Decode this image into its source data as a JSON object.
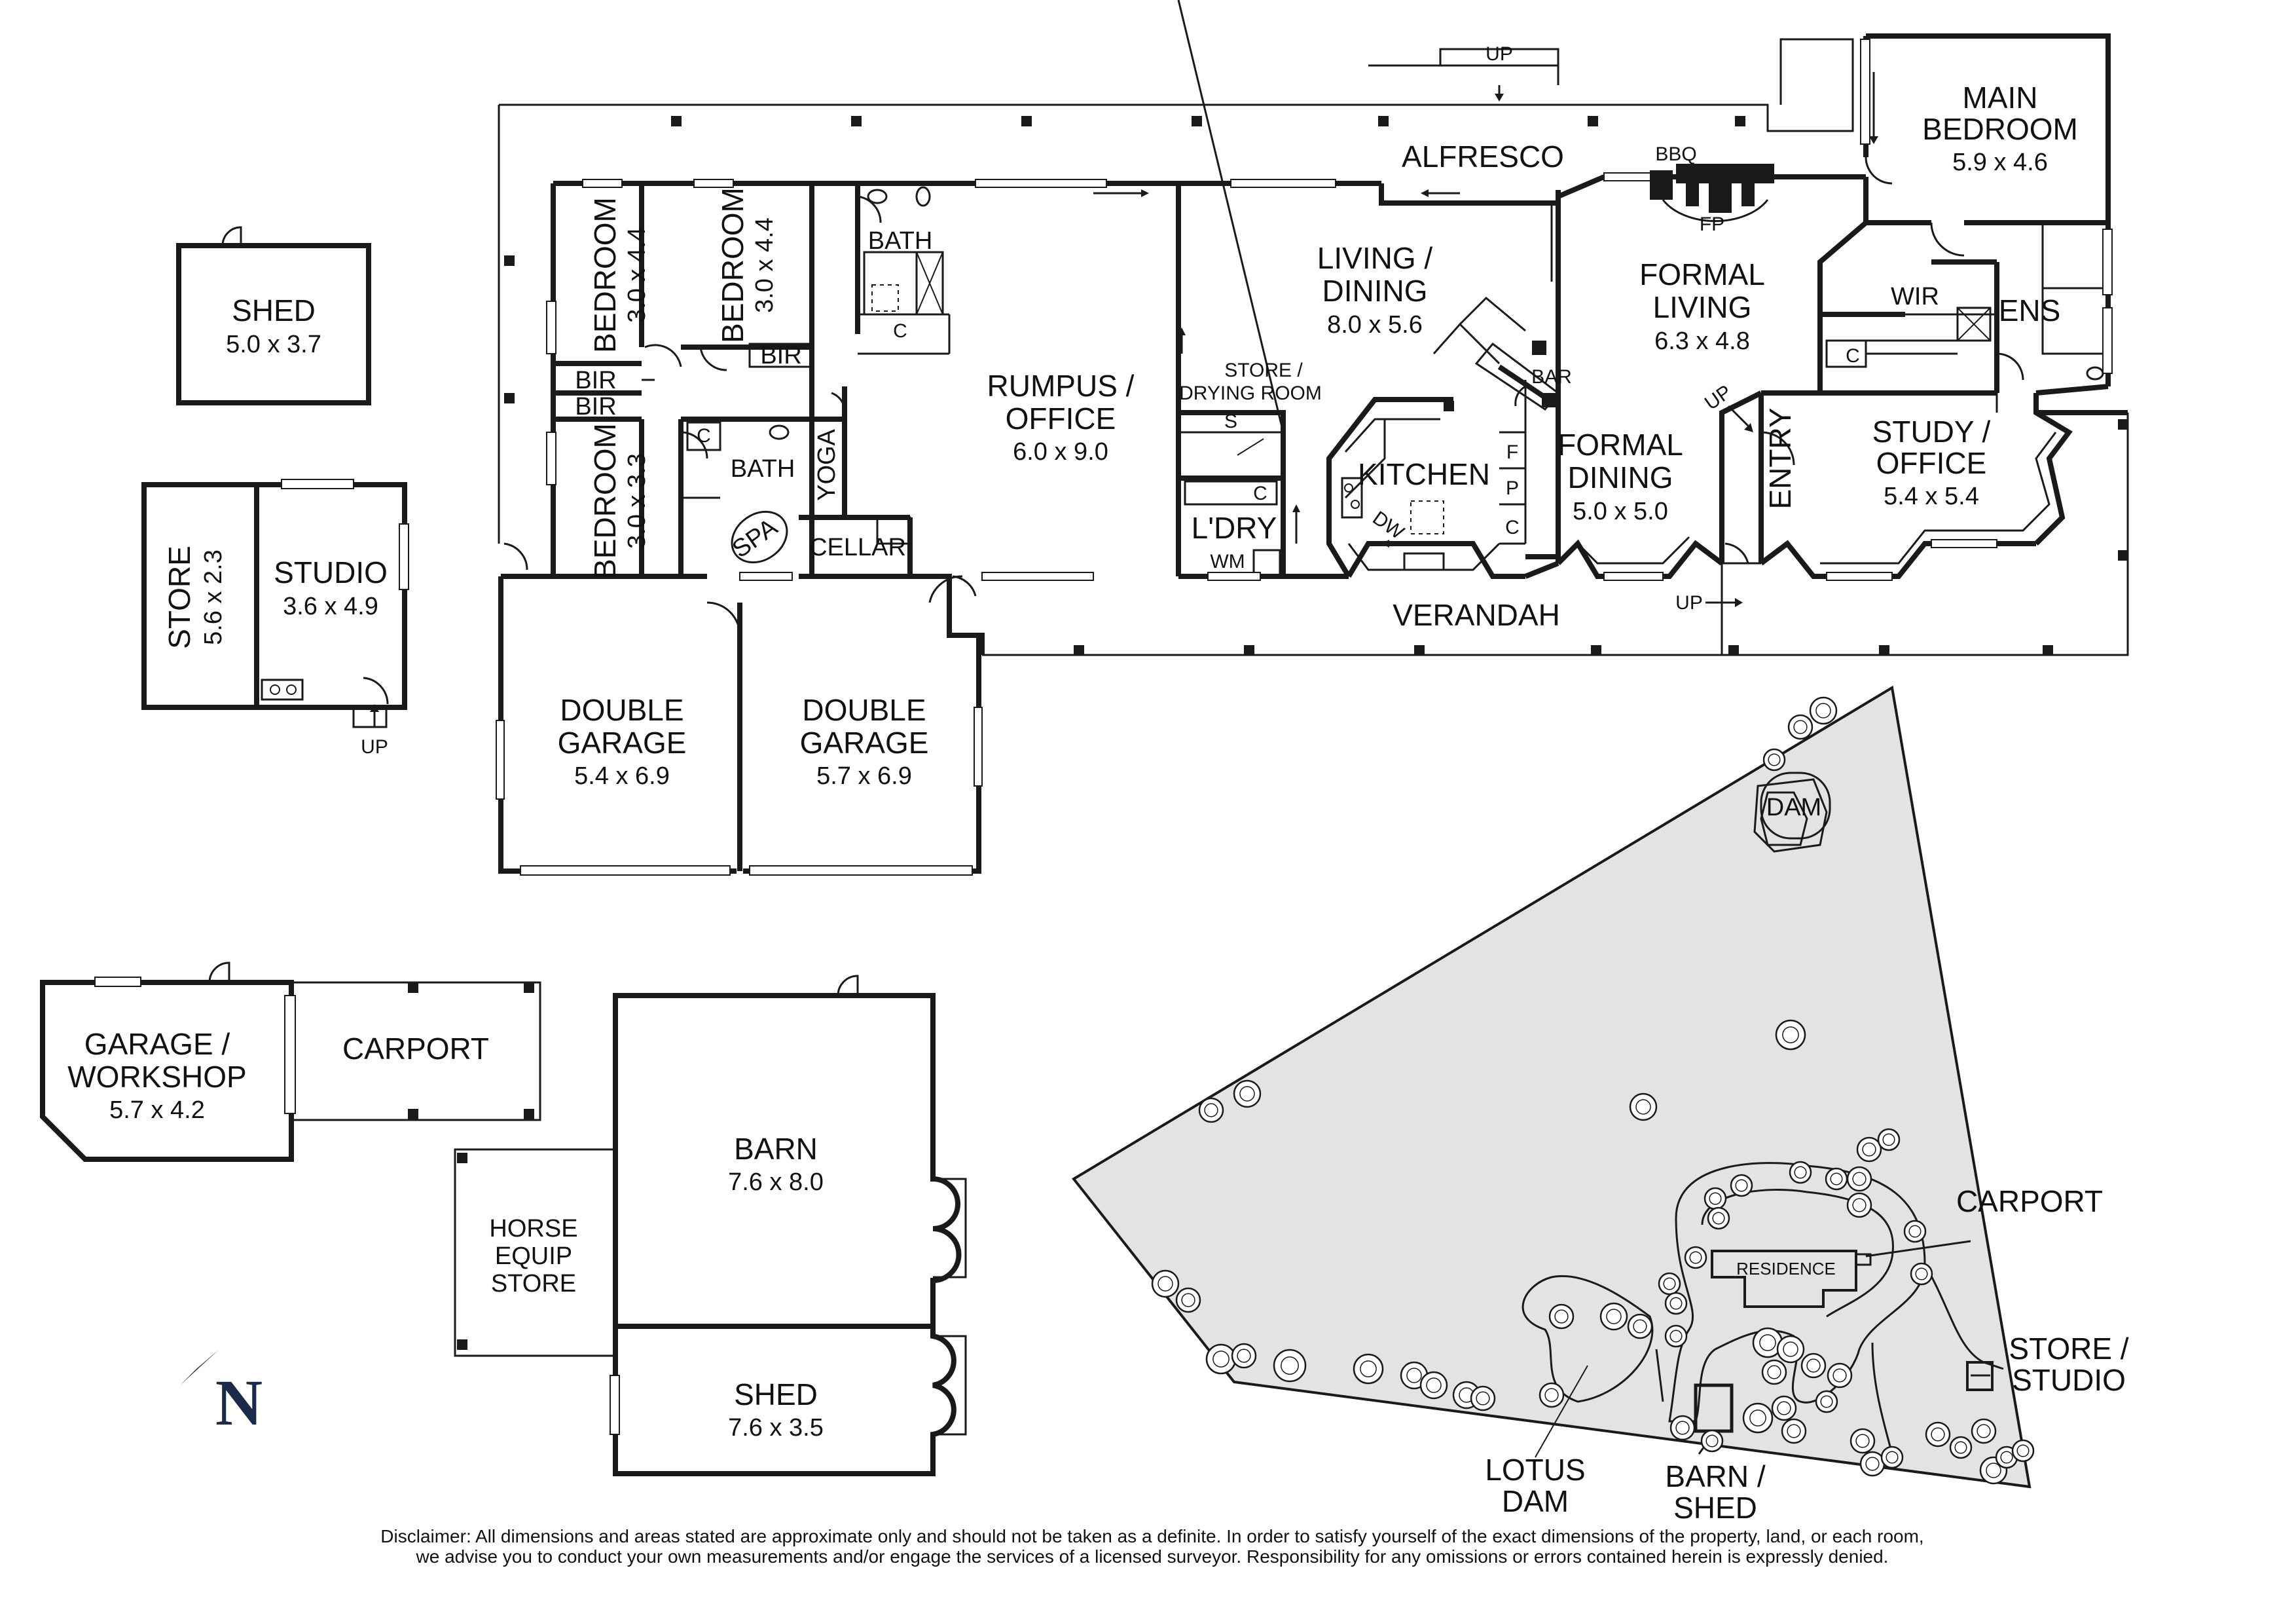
{
  "rooms": {
    "shed_small": {
      "name": "SHED",
      "dims": "5.0 x 3.7"
    },
    "store": {
      "name": "STORE",
      "dims": "5.6 x 2.3"
    },
    "studio": {
      "name": "STUDIO",
      "dims": "3.6 x 4.9"
    },
    "bedroom1": {
      "name": "BEDROOM",
      "dims": "3.0 x 4.4"
    },
    "bedroom2": {
      "name": "BEDROOM",
      "dims": "3.0 x 4.4"
    },
    "bedroom3": {
      "name": "BEDROOM",
      "dims": "3.0 x 3.3"
    },
    "bath1": "BATH",
    "bath2": "BATH",
    "bir_a": "BIR",
    "bir_b": "BIR",
    "bir_c": "BIR",
    "yoga": "YOGA",
    "spa": "SPA",
    "cellar": "CELLAR",
    "rumpus": {
      "line1": "RUMPUS /",
      "line2": "OFFICE",
      "dims": "6.0 x 9.0"
    },
    "store_drying": {
      "line1": "STORE /",
      "line2": "DRYING ROOM"
    },
    "laundry": "L'DRY",
    "wm": "WM",
    "living_dining": {
      "line1": "LIVING /",
      "line2": "DINING",
      "dims": "8.0 x 5.6"
    },
    "kitchen": "KITCHEN",
    "dw": "DW",
    "bar": "BAR",
    "formal_living": {
      "line1": "FORMAL",
      "line2": "LIVING",
      "dims": "6.3 x 4.8"
    },
    "formal_dining": {
      "line1": "FORMAL",
      "line2": "DINING",
      "dims": "5.0 x 5.0"
    },
    "entry": "ENTRY",
    "alfresco": "ALFRESCO",
    "bbq": "BBQ",
    "fp": "FP",
    "verandah": "VERANDAH",
    "main_bedroom": {
      "line1": "MAIN",
      "line2": "BEDROOM",
      "dims": "5.9 x 4.6"
    },
    "wir": "WIR",
    "ens": "ENS",
    "study": {
      "line1": "STUDY /",
      "line2": "OFFICE",
      "dims": "5.4 x 5.4"
    },
    "garage1": {
      "line1": "DOUBLE",
      "line2": "GARAGE",
      "dims": "5.4 x 6.9"
    },
    "garage2": {
      "line1": "DOUBLE",
      "line2": "GARAGE",
      "dims": "5.7 x 6.9"
    },
    "garage_workshop": {
      "line1": "GARAGE /",
      "line2": "WORKSHOP",
      "dims": "5.7 x 4.2"
    },
    "carport": "CARPORT",
    "horse_store": {
      "line1": "HORSE",
      "line2": "EQUIP",
      "line3": "STORE"
    },
    "barn": {
      "name": "BARN",
      "dims": "7.6 x 8.0"
    },
    "shed_barn": {
      "name": "SHED",
      "dims": "7.6 x 3.5"
    }
  },
  "markers": {
    "up": "UP",
    "c": "C",
    "f": "F",
    "p": "P",
    "s": "S"
  },
  "compass": "N",
  "site": {
    "dam": "DAM",
    "residence": "RESIDENCE",
    "carport": "CARPORT",
    "store_studio_1": "STORE /",
    "store_studio_2": "STUDIO",
    "lotus_1": "LOTUS",
    "lotus_2": "DAM",
    "barn_shed_1": "BARN /",
    "barn_shed_2": "SHED"
  },
  "disclaimer": "Disclaimer: All dimensions and areas stated are approximate only and should not be taken as a definite. In order to satisfy yourself of the exact dimensions of the property, land, or each room, we advise you to conduct your own measurements and/or engage the services of a licensed surveyor. Responsibility for any omissions or errors contained herein is expressly denied."
}
